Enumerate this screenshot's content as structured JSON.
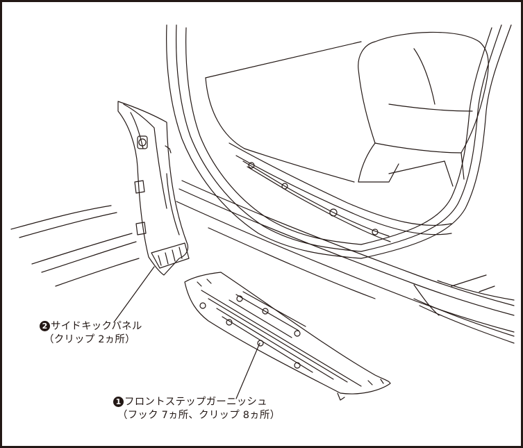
{
  "callouts": {
    "side_kick_panel": {
      "number": "2",
      "name": "サイドキックパネル",
      "detail": "（クリップ 2ヵ所）"
    },
    "front_step_garnish": {
      "number": "1",
      "name": "フロントステップガーニッシュ",
      "detail": "（フック 7ヵ所、クリップ 8ヵ所）"
    }
  },
  "colors": {
    "line": "#231815",
    "background": "#ffffff"
  }
}
